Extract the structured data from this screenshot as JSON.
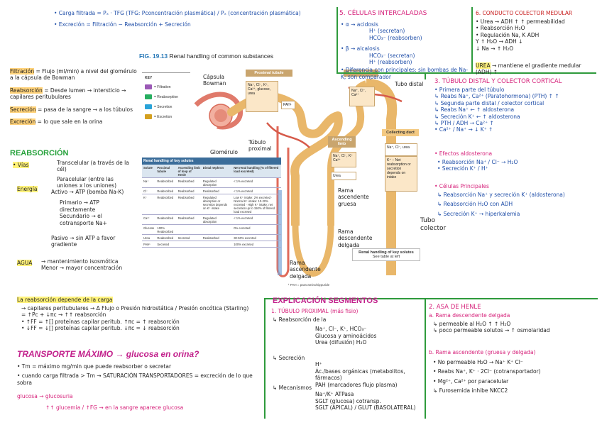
{
  "top_notes": {
    "line1": "• Carga filtrada = Pₓ · TFG (TFG: Pconcentración plasmática) / Pₓ (concentración plasmática)",
    "line2": "• Excreción = Filtración − Reabsorción + Secreción"
  },
  "left_definitions": [
    {
      "term": "Filtración",
      "text": "= Flujo (ml/min) a nivel del glomérulo a la cápsula de Bowman"
    },
    {
      "term": "Reabsorción",
      "text": "= Desde lumen → intersticio → capilares peritubulares"
    },
    {
      "term": "Secreción",
      "text": "= pasa de la sangre → a los túbulos"
    },
    {
      "term": "Excreción",
      "text": "= lo que sale en la orina"
    }
  ],
  "reabsorcion": {
    "title": "REABSORCIÓN",
    "vias_label": "• Vías",
    "vias": [
      "Transcelular (a través de la cél)",
      "Paracelular (entre las uniones x los uniones)"
    ],
    "energia_label": "Energía",
    "energia": [
      "Activo → ATP (bomba Na-K)",
      "Primario → ATP directamente",
      "Secundario → el cotransporte Na+",
      "Pasivo → sin ATP a favor gradiente"
    ],
    "agua_label": "AGUA",
    "agua": [
      "→ mantenimiento isosmótica",
      "Menor → mayor concentración"
    ],
    "carga_label": "La reabsorción depende de la carga",
    "carga": [
      "→ capilares peritubulares → Δ Flujo o Presión hidrostática / Presión oncótica (Starling)",
      "= ↑Pc + ↓πc → ↑↑ reabsorción",
      "• ↑FF = ↑[] proteínas capilar peritub. ↑πc = ↑ reabsorción",
      "• ↓FF = ↓[] proteínas capilar peritub. ↓πc = ↓ reabsorción"
    ]
  },
  "transporte": {
    "title": "TRANSPORTE MÁXIMO → glucosa en orina?",
    "lines": [
      "• Tm = máximo mg/min que puede reabsorber o secretar",
      "• cuando carga filtrada > Tm → SATURACIÓN TRANSPORTADORES = excreción de lo que sobra",
      "glucosa → glucosuria",
      "↑↑ glucemia / ↑FG → en la sangre aparece glucosa"
    ]
  },
  "figure": {
    "fig_no": "FIG. 19.13",
    "title": "Renal handling of common substances",
    "key_title": "KEY",
    "key": [
      {
        "code": "F",
        "label": "= Filtration",
        "color": "#9b59b6"
      },
      {
        "code": "R",
        "label": "= Reabsorption",
        "color": "#27ae60"
      },
      {
        "code": "S",
        "label": "= Secretion",
        "color": "#2aa3d8"
      },
      {
        "code": "E",
        "label": "= Excretion",
        "color": "#d4a020"
      }
    ],
    "proximal_head": "Proximal tubule",
    "proximal_box": "Na⁺, Cl⁻, K⁺, Ca²⁺, glucose, urea",
    "pah": "PAH¹",
    "distal_head": "Distal tubule",
    "distal_box": "Na⁺, Cl⁻, Ca²⁺",
    "ascending_head": "Ascending limb",
    "ascending_box": "Na⁺, Cl⁻, K⁺ Ca²⁺",
    "urea": "Urea",
    "collecting_head": "Collecting duct",
    "collecting_box1": "Na⁺, Cl⁻, urea",
    "collecting_box2": "K⁺ − Net reabsorption or secretion depends on intake",
    "bottom_label": "Renal handling of key solutes",
    "bottom_sub": "See table at left",
    "footnote": "¹ PAH = para-aminohippuride",
    "table_caption": "Renal handling of key solutes",
    "table_headers": [
      "Solute",
      "Proximal tubule",
      "Ascending limb of loop of Henle",
      "Distal nephron",
      "Net renal handling (% of filtered load excreted)"
    ],
    "table_rows": [
      [
        "Na⁺",
        "Reabsorbed",
        "Reabsorbed",
        "Regulated absorption",
        "< 1% excreted"
      ],
      [
        "Cl⁻",
        "Reabsorbed",
        "Reabsorbed",
        "Reabsorbed",
        "< 1% excreted"
      ],
      [
        "K⁺",
        "Reabsorbed",
        "Reabsorbed",
        "Regulated absorption or secretion depends on K⁺ intake",
        "Low K⁺ intake: 2% excreted · Normal K⁺ intake: 10-20% excreted · High K⁺ intake: net secretion up to 150% of filtered load excreted"
      ],
      [
        "Ca²⁺",
        "Reabsorbed",
        "Reabsorbed",
        "Regulated absorption",
        "< 1% excreted"
      ],
      [
        "Glucose",
        "100% Reabsorbed",
        "",
        "",
        "0% excreted"
      ],
      [
        "Urea",
        "Reabsorbed",
        "Secreted",
        "Reabsorbed",
        "30-50% excreted"
      ],
      [
        "PAH¹",
        "Secreted",
        "",
        "",
        "100% excreted"
      ]
    ],
    "annot_capsula": "Cápsula Bowman",
    "annot_glomerulo": "Glomérulo",
    "annot_tubulo_prox": "Túbulo proximal",
    "annot_rama_asc": "Rama ascendente gruesa",
    "annot_rama_desc": "Rama descendente delgada",
    "annot_rama_asc_delg": "Rama ascendente delgada",
    "annot_tubo_distal": "Tubo distal",
    "annot_tubo_colector": "Tubo colector"
  },
  "right_top": {
    "title": "5. CÉLULAS INTERCALADAS",
    "a_label": "• α → acidosis",
    "a_items": [
      "H⁺ (secretan)",
      "HCO₃⁻ (reabsorben)"
    ],
    "b_label": "• β → alcalosis",
    "b_items": [
      "HCO₃⁻ (secretan)",
      "H⁺ (reabsorben)"
    ],
    "note": "• Diferencia con principales: sin bombas de Na-K; son comparador",
    "c2_title": "6. CONDUCTO COLECTOR MEDULAR",
    "c2_items": [
      "• Urea → ADH ↑ ↑ permeabilidad",
      "• Reabsorción H₂O",
      "• Regulación Na, K ADH",
      "Y ↑ H₂O → ADH ↓",
      "↓ Na → ↑ H₂O"
    ],
    "urea_label": "UREA",
    "urea_text": "→ mantiene el gradiente medular (ADH) ↑"
  },
  "right_mid": {
    "title": "3. TÚBULO DISTAL Y COLECTOR CORTICAL",
    "items": [
      "• Primera parte del túbulo",
      "↳ Reabs Na⁺, Ca²⁺ (Paratohormona) (PTH) ↑ ↑",
      "↳ Segunda parte distal / colector cortical",
      "↳ Reabs Na⁺ ← ↑ aldosterona",
      "↳ Secreción K⁺ ← ↑ aldosterona",
      "↳ PTH / ADH → Ca²⁺ ↑",
      "• Ca²⁺ / Na⁺ → ↓ K⁺ ↑"
    ],
    "aldo_title": "• Efectos aldosterona",
    "aldo": [
      "• Reabsorción Na⁺ / Cl⁻ → H₂O",
      "• Secreción K⁺ / H⁺"
    ],
    "princ_title": "• Células Principales",
    "princ": [
      "↳ Reabsorción Na⁺ y secreción K⁺ (aldosterona)",
      "↳ Reabsorción H₂O con ADH",
      "↳ Secreción K⁺ → hiperkalemia"
    ]
  },
  "explicacion": {
    "title": "EXPLICACIÓN SEGMENTOS",
    "s1": "1. TÚBULO PROXIMAL (más fisio)",
    "s1a": "↳ Reabsorción de la",
    "s1a_items": [
      "Na⁺, Cl⁻, K⁺, HCO₃⁻",
      "Glucosa y aminoácidos",
      "Urea (difusión) H₂O"
    ],
    "s1b": "↳ Secreción",
    "s1b_items": [
      "H⁺",
      "Ác./bases orgánicas (metabolitos, fármacos)",
      "PAH (marcadores flujo plasma)"
    ],
    "s1c": "↳ Mecanismos",
    "s1c_items": [
      "Na⁺/K⁺ ATPasa",
      "SGLT (glucosa) cotransp.",
      "SGLT (APICAL) / GLUT (BASOLATERAL)"
    ]
  },
  "henle": {
    "title": "2. ASA DE HENLE",
    "desc": "a. Rama descendente delgada",
    "desc_items": [
      "↳ permeable al H₂O ↑ ↑ H₂O",
      "↳ poco permeable solutos → ↑ osmolaridad"
    ],
    "asc": "b. Rama ascendente (gruesa y delgada)",
    "asc_items": [
      "• No permeable H₂O → Na⁺ K⁺ Cl⁻",
      "• Reabs Na⁺, K⁺ · 2Cl⁻ (cotransportador)",
      "• Mg²⁺, Ca²⁺ por paracelular",
      "↳ Furosemida inhibe NKCC2"
    ]
  }
}
